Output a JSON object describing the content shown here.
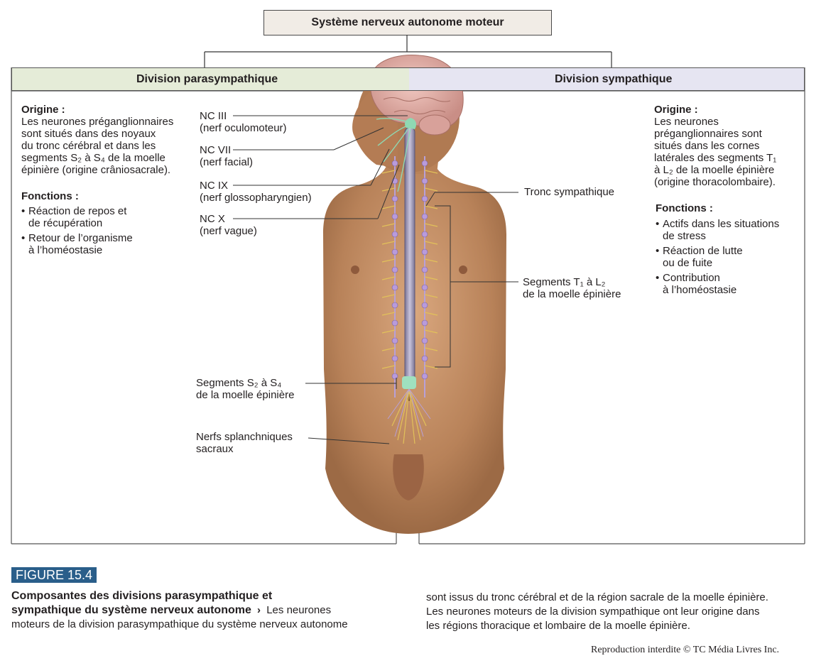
{
  "title": "Système nerveux autonome moteur",
  "parasympathetic": {
    "header": "Division parasympathique",
    "origin_title": "Origine :",
    "origin_lines": [
      "Les neurones préganglionnaires",
      "sont situés dans des noyaux",
      "du tronc cérébral et dans les",
      "segments S₂ à S₄ de la moelle",
      "épinière (origine crâniosacrale)."
    ],
    "functions_title": "Fonctions :",
    "functions": [
      [
        "Réaction de repos et",
        "de récupération"
      ],
      [
        "Retour de l’organisme",
        "à l’homéostasie"
      ]
    ]
  },
  "sympathetic": {
    "header": "Division sympathique",
    "origin_title": "Origine :",
    "origin_lines": [
      "Les neurones",
      "préganglionnaires sont",
      "situés dans les cornes",
      "latérales des segments T₁",
      "à L₂ de la moelle épinière",
      "(origine thoracolombaire)."
    ],
    "functions_title": "Fonctions :",
    "functions": [
      [
        "Actifs dans les situations",
        "de stress"
      ],
      [
        "Réaction de lutte",
        "ou de fuite"
      ],
      [
        "Contribution",
        "à l’homéostasie"
      ]
    ]
  },
  "labels": {
    "nc3": [
      "NC III",
      "(nerf oculomoteur)"
    ],
    "nc7": [
      "NC VII",
      "(nerf facial)"
    ],
    "nc9": [
      "NC IX",
      "(nerf glossopharyngien)"
    ],
    "nc10": [
      "NC X",
      "(nerf vague)"
    ],
    "tronc": "Tronc sympathique",
    "seg_t": [
      "Segments T₁ à L₂",
      "de la moelle épinière"
    ],
    "seg_s": [
      "Segments S₂ à S₄",
      "de la moelle épinière"
    ],
    "nerfs": [
      "Nerfs splanchniques",
      "sacraux"
    ]
  },
  "figure": {
    "badge": "FIGURE 15.4",
    "caption_bold_1": "Composantes des divisions parasympathique et",
    "caption_bold_2": "sympathique du système nerveux autonome",
    "arrow": "›",
    "caption_text_1": "Les neurones",
    "caption_text_2": "moteurs de la division parasympathique du système nerveux autonome",
    "caption_right_1": "sont issus du tronc cérébral et de la région sacrale de la moelle épinière.",
    "caption_right_2": "Les neurones moteurs de la division sympathique ont leur origine dans",
    "caption_right_3": "les régions thoracique et lombaire de la moelle épinière."
  },
  "copyright": "Reproduction interdite © TC Média Livres Inc."
}
